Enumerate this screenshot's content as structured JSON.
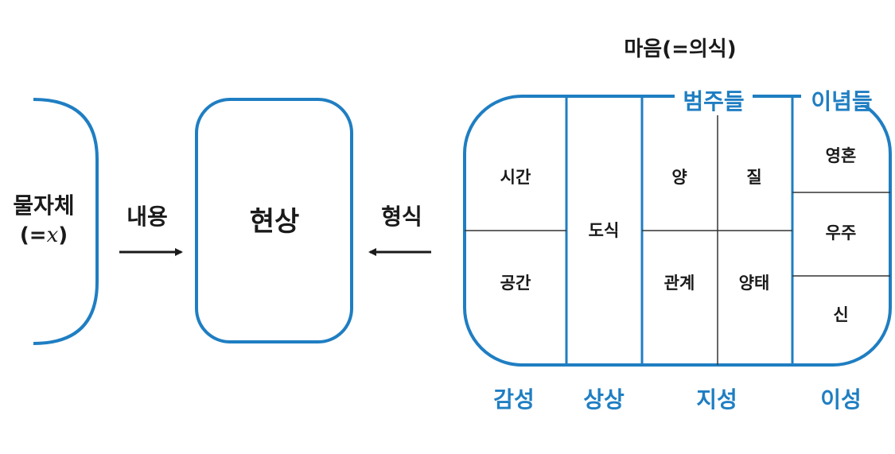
{
  "colors": {
    "accent": "#1f7ec2",
    "text": "#1a1a1a",
    "background": "#ffffff"
  },
  "thing_in_itself": {
    "label": "물자체",
    "paren_open": "(",
    "equals": "=",
    "variable": "x",
    "paren_close": ")"
  },
  "content": {
    "label": "내용"
  },
  "phenomenon": {
    "label": "현상"
  },
  "form": {
    "label": "형식"
  },
  "mind": {
    "title": "마음(=의식)",
    "categories_label": "범주들",
    "ideas_label": "이념들",
    "sensibility": {
      "label": "감성",
      "cells": [
        "시간",
        "공간"
      ]
    },
    "imagination": {
      "label": "상상",
      "cells": [
        "도식"
      ]
    },
    "understanding": {
      "label": "지성",
      "cells": [
        "양",
        "질",
        "관계",
        "양태"
      ]
    },
    "reason": {
      "label": "이성",
      "cells": [
        "영혼",
        "우주",
        "신"
      ]
    }
  }
}
